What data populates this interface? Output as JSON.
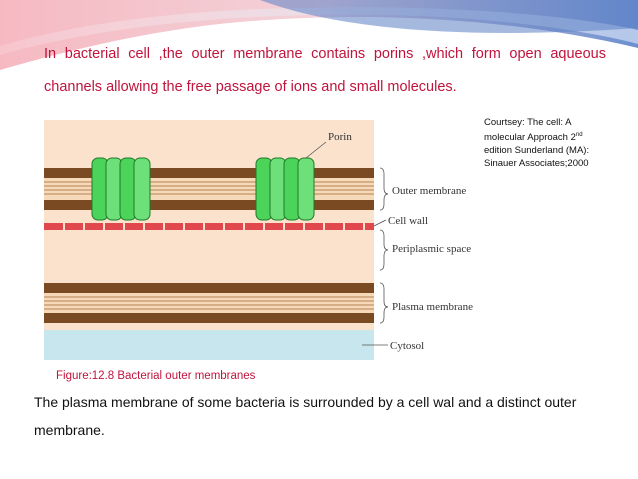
{
  "slide": {
    "intro_text": "In bacterial cell ,the outer membrane contains porins ,which form open aqueous channels allowing the free passage of ions and small molecules.",
    "credit": {
      "line1": "Courtsey: The cell: A",
      "line2a": "molecular Approach 2",
      "line2_sup": "nd",
      "line3": "edition Sunderland (MA):",
      "line4": "Sinauer Associates;2000"
    },
    "figure": {
      "labels": {
        "porin": "Porin",
        "outer_membrane": "Outer membrane",
        "cell_wall": "Cell wall",
        "periplasmic_space": "Periplasmic space",
        "plasma_membrane": "Plasma membrane",
        "cytosol": "Cytosol"
      }
    },
    "caption": "Figure:12.8 Bacterial outer membranes",
    "body_text": "The plasma membrane of some bacteria is surrounded by a cell wal and a distinct outer membrane."
  },
  "colors": {
    "title_red": "#c0143c",
    "banner_blue": "#5b7fc4",
    "banner_pink": "#f2a3b0",
    "periplasm": "#fbe2cc",
    "cytosol": "#c8e6ee",
    "porin_green": "#4cd45a",
    "cell_wall_red": "#e0484e",
    "membrane_brown": "#7a4a22"
  }
}
